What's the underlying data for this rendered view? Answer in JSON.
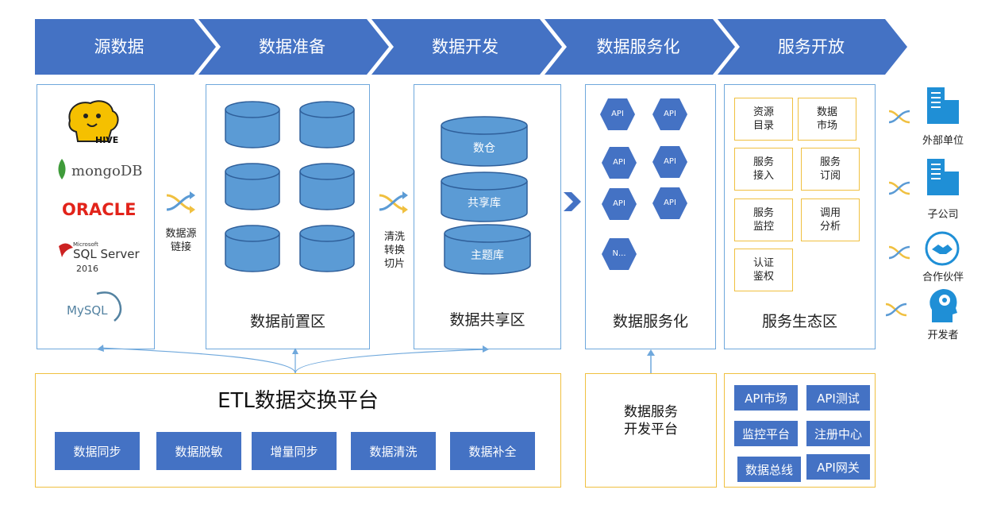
{
  "stages": [
    "源数据",
    "数据准备",
    "数据开发",
    "数据服务化",
    "服务开放"
  ],
  "source_logos": [
    "HIVE",
    "mongoDB",
    "ORACLE",
    "SQL Server",
    "2016",
    "MySQL"
  ],
  "connectors": {
    "source_link": "数据源\n链接",
    "clean_transform": "清洗\n转换\n切片"
  },
  "zones": {
    "prep": "数据前置区",
    "share": "数据共享区",
    "service": "数据服务化",
    "eco": "服务生态区"
  },
  "share_dbs": [
    "数仓",
    "共享库",
    "主题库"
  ],
  "api_nodes": [
    "API",
    "API",
    "API",
    "API",
    "API",
    "API",
    "N..."
  ],
  "eco_items": [
    "资源\n目录",
    "数据\n市场",
    "服务\n接入",
    "服务\n订阅",
    "服务\n监控",
    "调用\n分析",
    "认证\n鉴权"
  ],
  "etl": {
    "title": "ETL数据交换平台",
    "buttons": [
      "数据同步",
      "数据脱敏",
      "增量同步",
      "数据清洗",
      "数据补全"
    ]
  },
  "dev_platform": "数据服务\n开发平台",
  "platform_buttons": [
    "API市场",
    "API测试",
    "监控平台",
    "注册中心",
    "数据总线",
    "API网关"
  ],
  "consumers": [
    "外部单位",
    "子公司",
    "合作伙伴",
    "开发者"
  ],
  "colors": {
    "chevron": "#4472c4",
    "cylinder": "#5b9bd5",
    "panel_border": "#6fa8dc",
    "yellow_border": "#f0c040",
    "button": "#4472c4"
  }
}
